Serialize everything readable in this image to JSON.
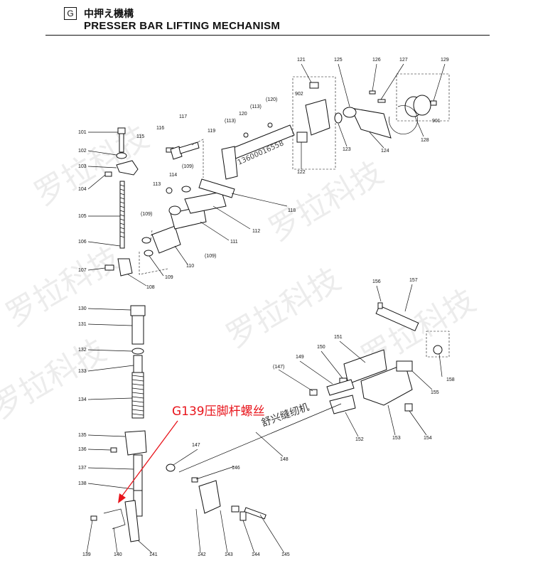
{
  "header": {
    "section_letter": "G",
    "title_jp": "中押え機構",
    "title_en": "PRESSER BAR LIFTING MECHANISM"
  },
  "callout": {
    "text": "G139压脚杆螺丝",
    "color": "#e8141b"
  },
  "stamp_text": "舒兴缝纫机",
  "phone_text": "13600016558",
  "watermark": "罗拉科技",
  "parts": [
    "101",
    "102",
    "103",
    "104",
    "105",
    "106",
    "107",
    "108",
    "109",
    "(109)",
    "110",
    "111",
    "112",
    "113",
    "114",
    "115",
    "116",
    "117",
    "118",
    "119",
    "120",
    "(120)",
    "(113)",
    "121",
    "122",
    "123",
    "124",
    "125",
    "126",
    "127",
    "128",
    "129",
    "130",
    "131",
    "132",
    "133",
    "134",
    "135",
    "136",
    "137",
    "138",
    "139",
    "140",
    "141",
    "142",
    "143",
    "144",
    "145",
    "146",
    "147",
    "(147)",
    "148",
    "149",
    "150",
    "151",
    "152",
    "153",
    "154",
    "155",
    "156",
    "157",
    "158",
    "901",
    "902"
  ]
}
